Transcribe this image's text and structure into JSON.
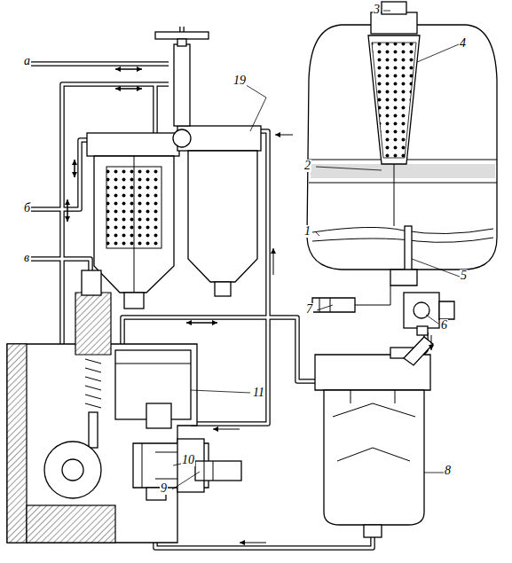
{
  "diagram": {
    "labels": [
      "а",
      "19",
      "3",
      "4",
      "2",
      "б",
      "1",
      "в",
      "5",
      "7",
      "6",
      "11",
      "10",
      "9",
      "8"
    ]
  }
}
